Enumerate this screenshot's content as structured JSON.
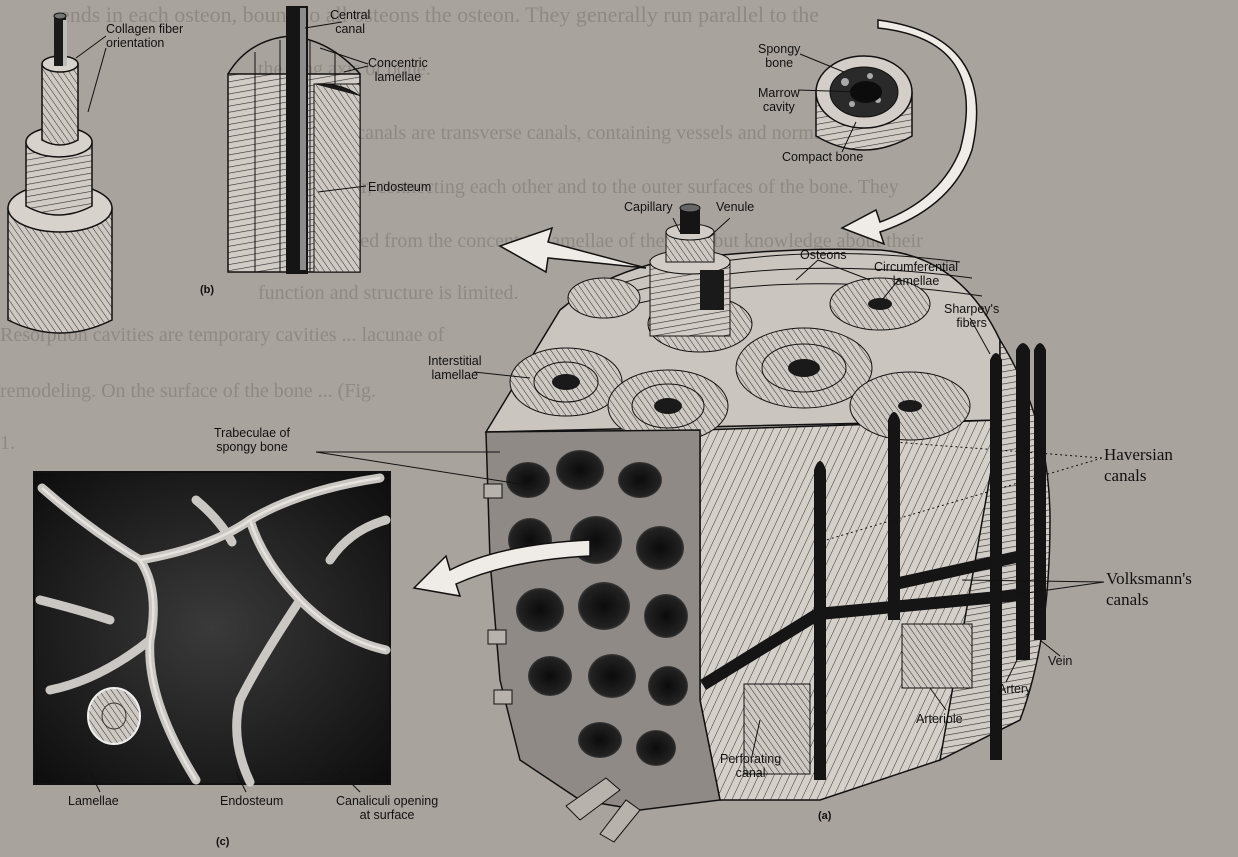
{
  "colors": {
    "page_bg": "#a9a39e",
    "ink": "#111111",
    "bone_fill": "#c9c3bd",
    "dark": "#1c1c1c",
    "sem_bg": "#1e1e1e"
  },
  "background_text": [
    "ends in each osteon, bound to all osteons the osteon. They generally run parallel to the",
    "the long axis of bone.",
    "Volkmann's canals are transverse canals, containing vessels and normally",
    "perpendicular, connecting each other and to the outer surfaces of the bone. They",
    "may be formed from the concentric lamellae of the bone but knowledge about their",
    "function and structure is limited.",
    "Resorption cavities are temporary cavities ... lacunae of",
    "remodeling. On the surface of the bone ... (Fig.",
    "1."
  ],
  "labels": {
    "collagen": "Collagen fiber\norientation",
    "central_canal": "Central\ncanal",
    "concentric": "Concentric\nlamellae",
    "endosteum_b": "Endosteum",
    "panel_b": "(b)",
    "spongy_bone": "Spongy\nbone",
    "marrow_cavity": "Marrow\ncavity",
    "compact_bone": "Compact bone",
    "capillary": "Capillary",
    "venule": "Venule",
    "osteons": "Osteons",
    "circumferential": "Circumferential\nlamellae",
    "sharpeys": "Sharpey's\nfibers",
    "interstitial": "Interstitial\nlamellae",
    "trabeculae": "Trabeculae of\nspongy bone",
    "haversian": "Haversian\ncanals",
    "volkmanns": "Volksmann's\ncanals",
    "vein": "Vein",
    "artery": "Artery",
    "arteriole": "Arteriole",
    "perforating": "Perforating\ncanal",
    "panel_a": "(a)",
    "lamellae": "Lamellae",
    "endosteum_c": "Endosteum",
    "canaliculi": "Canaliculi opening\nat surface",
    "panel_c": "(c)"
  }
}
